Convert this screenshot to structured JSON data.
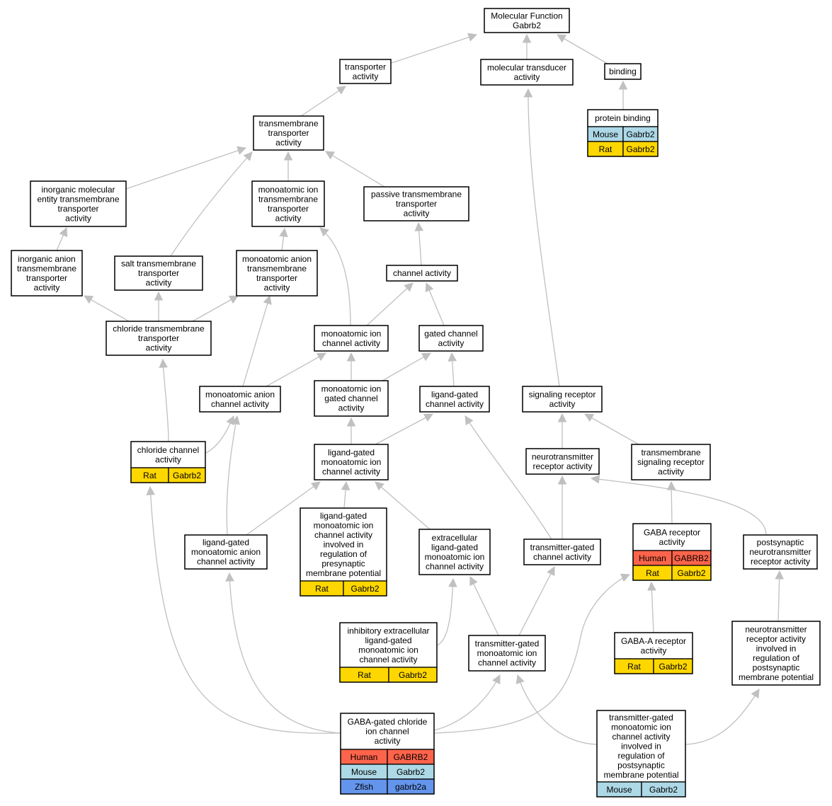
{
  "colors": {
    "Human": "#fe644b",
    "Mouse": "#add8e6",
    "Rat": "#ffd700",
    "Zfish": "#6495ed",
    "edge": "#c0c0c0"
  },
  "nodes": [
    {
      "id": "mf",
      "lines": [
        "Molecular Function",
        "Gabrb2"
      ]
    },
    {
      "id": "transporter",
      "lines": [
        "transporter",
        "activity"
      ]
    },
    {
      "id": "transducer",
      "lines": [
        "molecular transducer",
        "activity"
      ]
    },
    {
      "id": "binding",
      "lines": [
        "binding"
      ]
    },
    {
      "id": "protein_binding",
      "lines": [
        "protein binding"
      ],
      "annotations": [
        {
          "species": "Mouse",
          "gene": "Gabrb2"
        },
        {
          "species": "Rat",
          "gene": "Gabrb2"
        }
      ]
    },
    {
      "id": "tm_transporter",
      "lines": [
        "transmembrane",
        "transporter",
        "activity"
      ]
    },
    {
      "id": "inorg_mol",
      "lines": [
        "inorganic molecular",
        "entity transmembrane",
        "transporter",
        "activity"
      ]
    },
    {
      "id": "mono_ion_tm",
      "lines": [
        "monoatomic ion",
        "transmembrane",
        "transporter",
        "activity"
      ]
    },
    {
      "id": "passive_tm",
      "lines": [
        "passive transmembrane",
        "transporter",
        "activity"
      ]
    },
    {
      "id": "inorg_anion",
      "lines": [
        "inorganic anion",
        "transmembrane",
        "transporter",
        "activity"
      ]
    },
    {
      "id": "salt_tm",
      "lines": [
        "salt transmembrane",
        "transporter",
        "activity"
      ]
    },
    {
      "id": "mono_anion_tm",
      "lines": [
        "monoatomic anion",
        "transmembrane",
        "transporter",
        "activity"
      ]
    },
    {
      "id": "channel",
      "lines": [
        "channel activity"
      ]
    },
    {
      "id": "chloride_tm",
      "lines": [
        "chloride transmembrane",
        "transporter",
        "activity"
      ]
    },
    {
      "id": "mono_ion_channel",
      "lines": [
        "monoatomic ion",
        "channel activity"
      ]
    },
    {
      "id": "gated_channel",
      "lines": [
        "gated channel",
        "activity"
      ]
    },
    {
      "id": "mono_anion_channel",
      "lines": [
        "monoatomic anion",
        "channel activity"
      ]
    },
    {
      "id": "mono_ion_gated",
      "lines": [
        "monoatomic ion",
        "gated channel",
        "activity"
      ]
    },
    {
      "id": "lg_channel",
      "lines": [
        "ligand-gated",
        "channel activity"
      ]
    },
    {
      "id": "signaling_receptor",
      "lines": [
        "signaling receptor",
        "activity"
      ]
    },
    {
      "id": "chloride_channel",
      "lines": [
        "chloride channel",
        "activity"
      ],
      "annotations": [
        {
          "species": "Rat",
          "gene": "Gabrb2"
        }
      ]
    },
    {
      "id": "lg_mono_ion",
      "lines": [
        "ligand-gated",
        "monoatomic ion",
        "channel activity"
      ]
    },
    {
      "id": "nt_receptor",
      "lines": [
        "neurotransmitter",
        "receptor activity"
      ]
    },
    {
      "id": "tm_signaling",
      "lines": [
        "transmembrane",
        "signaling receptor",
        "activity"
      ]
    },
    {
      "id": "lg_mono_anion",
      "lines": [
        "ligand-gated",
        "monoatomic anion",
        "channel activity"
      ]
    },
    {
      "id": "lg_presyn",
      "lines": [
        "ligand-gated",
        "monoatomic ion",
        "channel activity",
        "involved in",
        "regulation of",
        "presynaptic",
        "membrane potential"
      ],
      "annotations": [
        {
          "species": "Rat",
          "gene": "Gabrb2"
        }
      ]
    },
    {
      "id": "extracellular_lg",
      "lines": [
        "extracellular",
        "ligand-gated",
        "monoatomic ion",
        "channel activity"
      ]
    },
    {
      "id": "transmitter_gated",
      "lines": [
        "transmitter-gated",
        "channel activity"
      ]
    },
    {
      "id": "gaba_receptor",
      "lines": [
        "GABA receptor",
        "activity"
      ],
      "annotations": [
        {
          "species": "Human",
          "gene": "GABRB2"
        },
        {
          "species": "Rat",
          "gene": "Gabrb2"
        }
      ]
    },
    {
      "id": "postsyn_nt",
      "lines": [
        "postsynaptic",
        "neurotransmitter",
        "receptor activity"
      ]
    },
    {
      "id": "inhibitory_ext",
      "lines": [
        "inhibitory extracellular",
        "ligand-gated",
        "monoatomic ion",
        "channel activity"
      ],
      "annotations": [
        {
          "species": "Rat",
          "gene": "Gabrb2"
        }
      ]
    },
    {
      "id": "tg_mono_ion",
      "lines": [
        "transmitter-gated",
        "monoatomic ion",
        "channel activity"
      ]
    },
    {
      "id": "gaba_a",
      "lines": [
        "GABA-A receptor",
        "activity"
      ],
      "annotations": [
        {
          "species": "Rat",
          "gene": "Gabrb2"
        }
      ]
    },
    {
      "id": "nt_receptor_postsyn",
      "lines": [
        "neurotransmitter",
        "receptor activity",
        "involved in",
        "regulation of",
        "postsynaptic",
        "membrane potential"
      ]
    },
    {
      "id": "gaba_gated_cl",
      "lines": [
        "GABA-gated chloride",
        "ion channel",
        "activity"
      ],
      "annotations": [
        {
          "species": "Human",
          "gene": "GABRB2"
        },
        {
          "species": "Mouse",
          "gene": "Gabrb2"
        },
        {
          "species": "Zfish",
          "gene": "gabrb2a"
        }
      ]
    },
    {
      "id": "tg_mono_postsyn",
      "lines": [
        "transmitter-gated",
        "monoatomic ion",
        "channel activity",
        "involved in",
        "regulation of",
        "postsynaptic",
        "membrane potential"
      ],
      "annotations": [
        {
          "species": "Mouse",
          "gene": "Gabrb2"
        }
      ]
    }
  ],
  "edges": [
    [
      "transporter",
      "mf"
    ],
    [
      "transducer",
      "mf"
    ],
    [
      "binding",
      "mf"
    ],
    [
      "protein_binding",
      "binding"
    ],
    [
      "tm_transporter",
      "transporter"
    ],
    [
      "inorg_mol",
      "tm_transporter"
    ],
    [
      "salt_tm",
      "tm_transporter"
    ],
    [
      "mono_ion_tm",
      "tm_transporter"
    ],
    [
      "passive_tm",
      "tm_transporter"
    ],
    [
      "inorg_anion",
      "inorg_mol"
    ],
    [
      "mono_anion_tm",
      "mono_ion_tm"
    ],
    [
      "mono_ion_channel",
      "mono_ion_tm"
    ],
    [
      "channel",
      "passive_tm"
    ],
    [
      "chloride_tm",
      "inorg_anion"
    ],
    [
      "chloride_tm",
      "salt_tm"
    ],
    [
      "chloride_tm",
      "mono_anion_tm"
    ],
    [
      "mono_anion_channel",
      "mono_anion_tm"
    ],
    [
      "mono_ion_channel",
      "channel"
    ],
    [
      "gated_channel",
      "channel"
    ],
    [
      "mono_anion_channel",
      "mono_ion_channel"
    ],
    [
      "mono_ion_gated",
      "mono_ion_channel"
    ],
    [
      "mono_ion_gated",
      "gated_channel"
    ],
    [
      "lg_channel",
      "gated_channel"
    ],
    [
      "chloride_channel",
      "chloride_tm"
    ],
    [
      "chloride_channel",
      "mono_anion_channel"
    ],
    [
      "lg_mono_ion",
      "mono_ion_gated"
    ],
    [
      "lg_mono_ion",
      "lg_channel"
    ],
    [
      "lg_mono_anion",
      "mono_anion_channel"
    ],
    [
      "lg_mono_anion",
      "lg_mono_ion"
    ],
    [
      "lg_presyn",
      "lg_mono_ion"
    ],
    [
      "extracellular_lg",
      "lg_mono_ion"
    ],
    [
      "transmitter_gated",
      "lg_channel"
    ],
    [
      "signaling_receptor",
      "transducer"
    ],
    [
      "nt_receptor",
      "signaling_receptor"
    ],
    [
      "tm_signaling",
      "signaling_receptor"
    ],
    [
      "transmitter_gated",
      "nt_receptor"
    ],
    [
      "postsyn_nt",
      "nt_receptor"
    ],
    [
      "gaba_receptor",
      "tm_signaling"
    ],
    [
      "inhibitory_ext",
      "extracellular_lg"
    ],
    [
      "tg_mono_ion",
      "extracellular_lg"
    ],
    [
      "tg_mono_ion",
      "transmitter_gated"
    ],
    [
      "gaba_a",
      "gaba_receptor"
    ],
    [
      "nt_receptor_postsyn",
      "postsyn_nt"
    ],
    [
      "gaba_gated_cl",
      "chloride_channel"
    ],
    [
      "gaba_gated_cl",
      "lg_mono_anion"
    ],
    [
      "gaba_gated_cl",
      "tg_mono_ion"
    ],
    [
      "gaba_gated_cl",
      "gaba_receptor"
    ],
    [
      "tg_mono_postsyn",
      "tg_mono_ion"
    ],
    [
      "tg_mono_postsyn",
      "nt_receptor_postsyn"
    ]
  ]
}
